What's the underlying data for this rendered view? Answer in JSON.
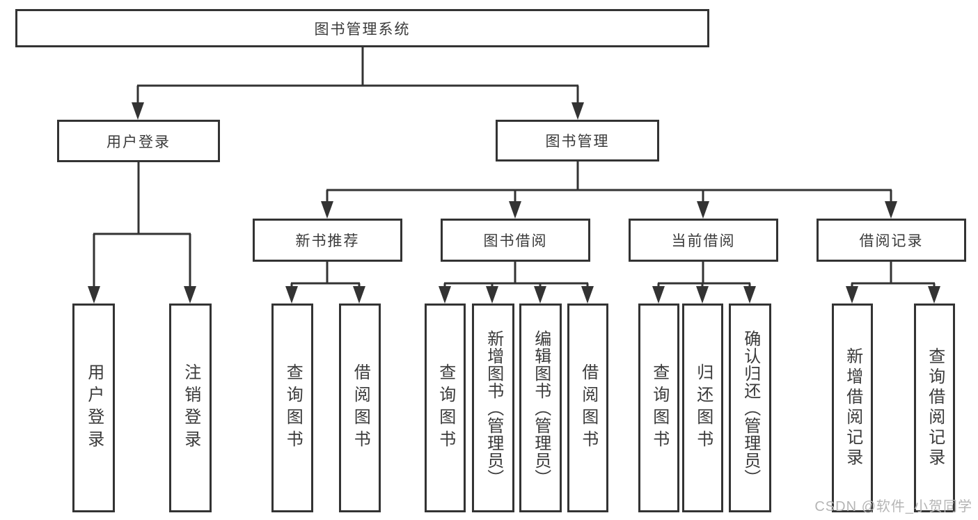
{
  "diagram": {
    "root": {
      "label": "图书管理系统"
    },
    "level2": [
      {
        "label": "用户登录",
        "children": [
          {
            "label": "用户登录"
          },
          {
            "label": "注销登录"
          }
        ]
      },
      {
        "label": "图书管理",
        "children": [
          {
            "label": "新书推荐",
            "children": [
              {
                "label": "查询图书"
              },
              {
                "label": "借阅图书"
              }
            ]
          },
          {
            "label": "图书借阅",
            "children": [
              {
                "label": "查询图书"
              },
              {
                "label": "新增图书（管理员）"
              },
              {
                "label": "编辑图书（管理员）"
              },
              {
                "label": "借阅图书"
              }
            ]
          },
          {
            "label": "当前借阅",
            "children": [
              {
                "label": "查询图书"
              },
              {
                "label": "归还图书"
              },
              {
                "label": "确认归还（管理员）"
              }
            ]
          },
          {
            "label": "借阅记录",
            "children": [
              {
                "label": "新增借阅记录"
              },
              {
                "label": "查询借阅记录"
              }
            ]
          }
        ]
      }
    ]
  },
  "watermark": {
    "text": "CSDN @软件_小贺同学"
  },
  "colors": {
    "line": "#333333",
    "node_text": "#3a3a3a",
    "background": "#ffffff",
    "watermark": "#b5b5b5"
  }
}
